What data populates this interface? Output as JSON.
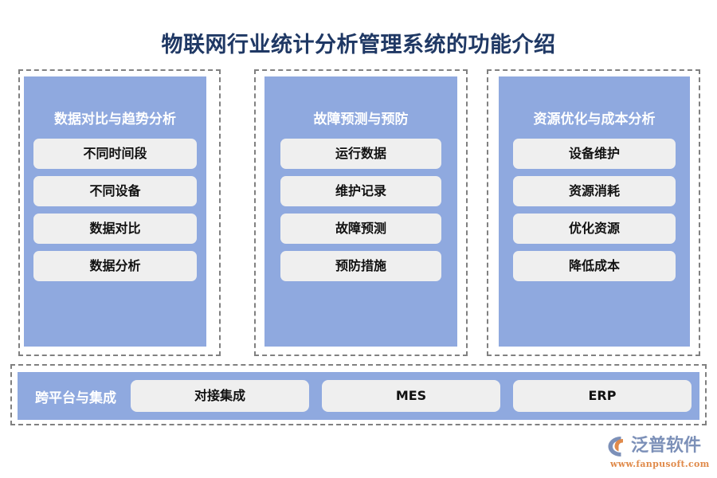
{
  "title": "物联网行业统计分析管理系统的功能介绍",
  "colors": {
    "title": "#1F3864",
    "panel": "#8FA9DF",
    "chip": "#EFEFEF",
    "frame_dash": "#808080",
    "logo_text": "#7C90B8",
    "logo_url": "#E08A4A"
  },
  "columns": [
    {
      "heading": "数据对比与趋势分析",
      "items": [
        "不同时间段",
        "不同设备",
        "数据对比",
        "数据分析"
      ]
    },
    {
      "heading": "故障预测与预防",
      "items": [
        "运行数据",
        "维护记录",
        "故障预测",
        "预防措施"
      ]
    },
    {
      "heading": "资源优化与成本分析",
      "items": [
        "设备维护",
        "资源消耗",
        "优化资源",
        "降低成本"
      ]
    }
  ],
  "bottom": {
    "label": "跨平台与集成",
    "items": [
      "对接集成",
      "MES",
      "ERP"
    ]
  },
  "logo": {
    "name": "泛普软件",
    "url": "www.fanpusoft.com"
  }
}
